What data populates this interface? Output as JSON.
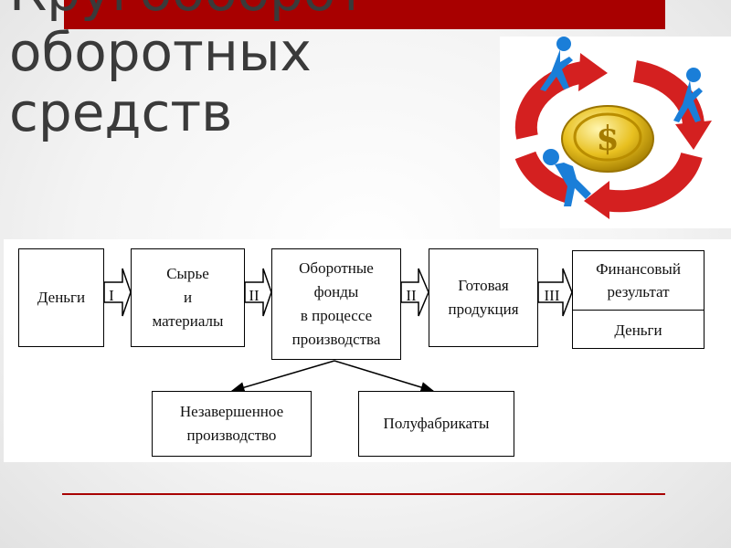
{
  "slide": {
    "title_lines": [
      "Кругооборот",
      "оборотных",
      "средств"
    ]
  },
  "diagram": {
    "money_start": "Деньги",
    "raw_materials": [
      "Сырье",
      "и",
      "материалы"
    ],
    "working_funds": [
      "Оборотные",
      "фонды",
      "в процессе",
      "производства"
    ],
    "finished_goods": [
      "Готовая",
      "продукция"
    ],
    "financial_result": [
      "Финансовый",
      "результат"
    ],
    "money_end": "Деньги",
    "stage_labels": [
      "I",
      "II",
      "II",
      "III"
    ],
    "wip": [
      "Незавершенное",
      "производство"
    ],
    "semi_finished": "Полуфабрикаты"
  },
  "colors": {
    "accent": "#a80000",
    "title": "#3a3a3a"
  }
}
